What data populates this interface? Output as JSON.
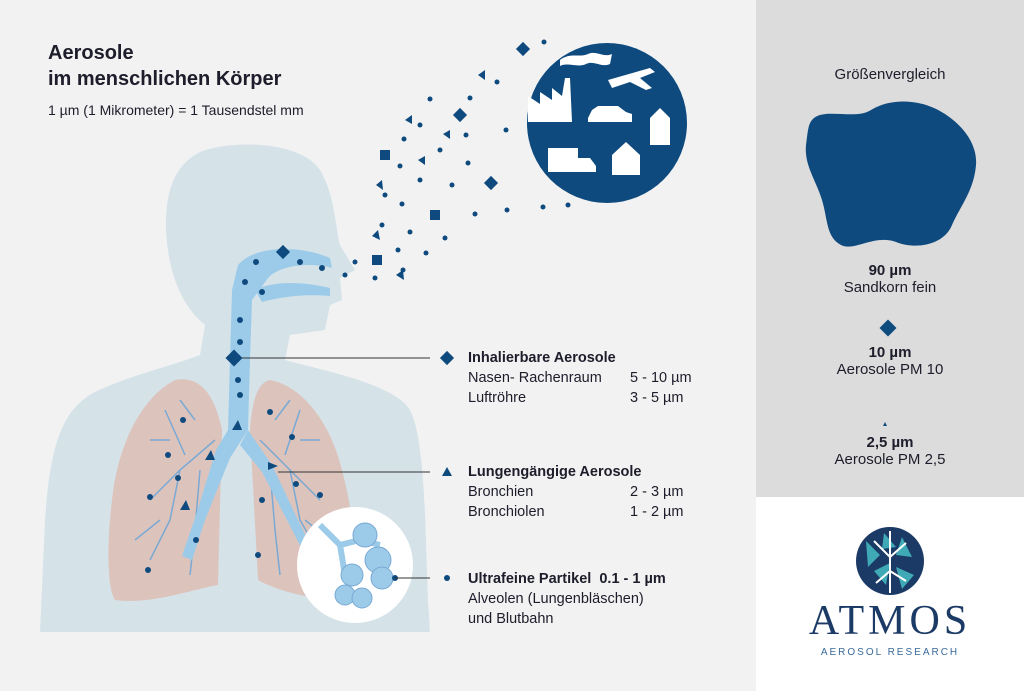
{
  "title_line1": "Aerosole",
  "title_line2": "im menschlichen Körper",
  "subtitle": "1 µm (1 Mikrometer) = 1 Tausendstel mm",
  "comparison": {
    "heading": "Größenvergleich",
    "items": [
      {
        "size": "90 µm",
        "label": "Sandkorn fein"
      },
      {
        "size": "10 µm",
        "label": "Aerosole PM 10"
      },
      {
        "size": "2,5 µm",
        "label": "Aerosole PM 2,5"
      }
    ]
  },
  "labels": {
    "inhalable": {
      "heading": "Inhalierbare Aerosole",
      "rows": [
        {
          "name": "Nasen- Rachenraum",
          "range": "5 - 10 µm"
        },
        {
          "name": "Luftröhre",
          "range": "3 - 5 µm"
        }
      ]
    },
    "respirable": {
      "heading": "Lungengängige Aerosole",
      "rows": [
        {
          "name": "Bronchien",
          "range": "2 - 3 µm"
        },
        {
          "name": "Bronchiolen",
          "range": "1 - 2 µm"
        }
      ]
    },
    "ultrafine": {
      "heading": "Ultrafeine Partikel  0.1 - 1 µm",
      "line1": "Alveolen (Lungenbläschen)",
      "line2": "und Blutbahn"
    }
  },
  "brand": {
    "name": "ATMOS",
    "tagline": "AEROSOL RESEARCH"
  },
  "colors": {
    "navy": "#0e4a7e",
    "silhouette": "#d5e3e9",
    "airway": "#9ccbe9",
    "lung": "#d9c2bc",
    "panel": "#dcdcdc"
  },
  "icons": [
    "factory-icon",
    "car-icon",
    "airplane-icon",
    "truck-icon",
    "house-icon",
    "smoke-icon"
  ]
}
